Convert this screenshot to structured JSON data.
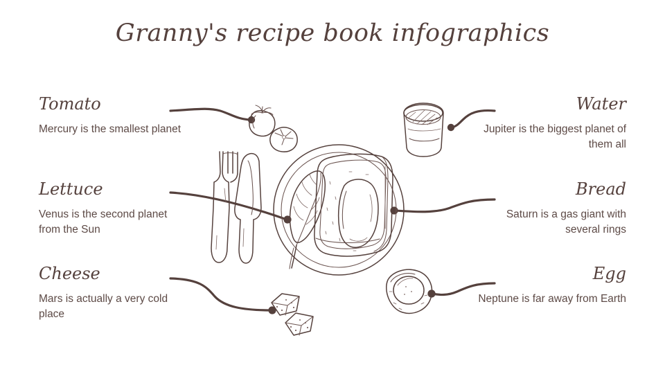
{
  "page": {
    "title": "Granny's recipe book infographics",
    "background_color": "#ffffff",
    "ink_color": "#55413d"
  },
  "items": [
    {
      "id": "tomato",
      "side": "left",
      "title": "Tomato",
      "description": "Mercury is the smallest planet",
      "icon": "tomato-icon"
    },
    {
      "id": "lettuce",
      "side": "left",
      "title": "Lettuce",
      "description": "Venus is the second planet from the Sun",
      "icon": "lettuce-leaf-icon"
    },
    {
      "id": "cheese",
      "side": "left",
      "title": "Cheese",
      "description": "Mars is actually a very cold place",
      "icon": "cheese-cubes-icon"
    },
    {
      "id": "water",
      "side": "right",
      "title": "Water",
      "description": "Jupiter is the biggest planet of them all",
      "icon": "water-glass-icon"
    },
    {
      "id": "bread",
      "side": "right",
      "title": "Bread",
      "description": "Saturn is a gas giant with several rings",
      "icon": "bread-slice-icon"
    },
    {
      "id": "egg",
      "side": "right",
      "title": "Egg",
      "description": "Neptune is far away from Earth",
      "icon": "fried-egg-icon"
    }
  ]
}
